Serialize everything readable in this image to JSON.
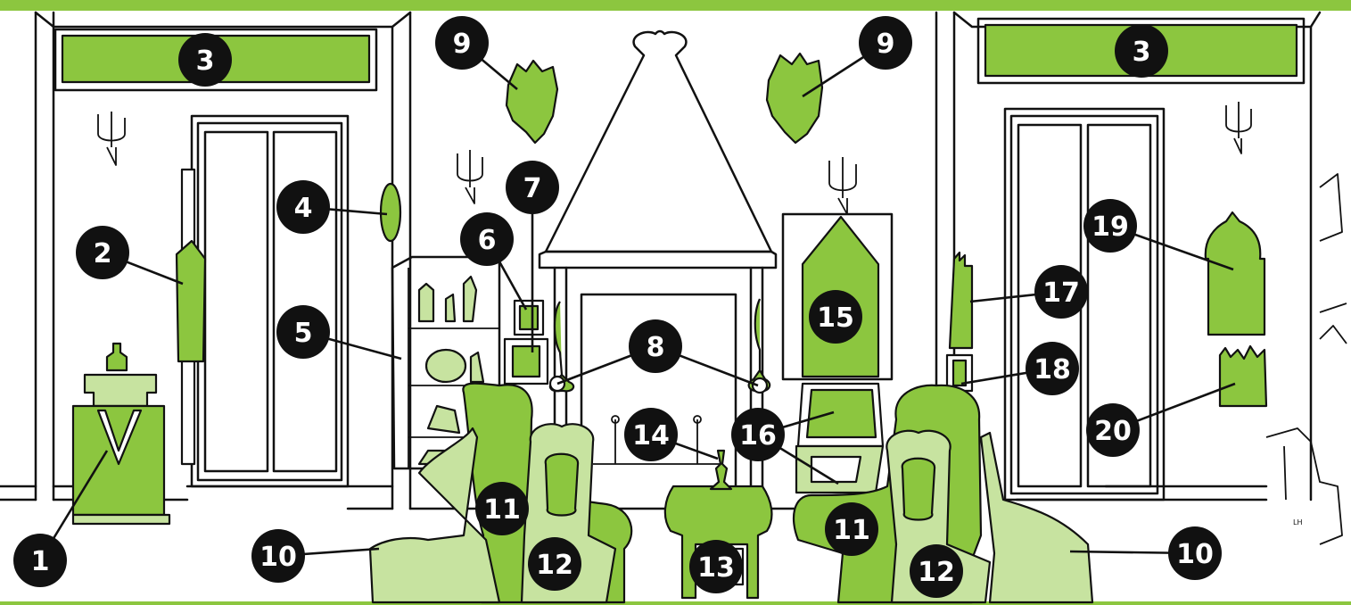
{
  "colors": {
    "accent": "#8cc63f",
    "accent_light": "#c7e3a0",
    "line": "#111111",
    "badge": "#111111"
  },
  "signature": "LH",
  "callouts": [
    {
      "id": "c1a",
      "number": "1"
    },
    {
      "id": "c2a",
      "number": "2"
    },
    {
      "id": "c3a",
      "number": "3"
    },
    {
      "id": "c3b",
      "number": "3"
    },
    {
      "id": "c4a",
      "number": "4"
    },
    {
      "id": "c5a",
      "number": "5"
    },
    {
      "id": "c6a",
      "number": "6"
    },
    {
      "id": "c7a",
      "number": "7"
    },
    {
      "id": "c8a",
      "number": "8"
    },
    {
      "id": "c9a",
      "number": "9"
    },
    {
      "id": "c9b",
      "number": "9"
    },
    {
      "id": "c10a",
      "number": "10"
    },
    {
      "id": "c10b",
      "number": "10"
    },
    {
      "id": "c11a",
      "number": "11"
    },
    {
      "id": "c11b",
      "number": "11"
    },
    {
      "id": "c12a",
      "number": "12"
    },
    {
      "id": "c12b",
      "number": "12"
    },
    {
      "id": "c13a",
      "number": "13"
    },
    {
      "id": "c14a",
      "number": "14"
    },
    {
      "id": "c15a",
      "number": "15"
    },
    {
      "id": "c16a",
      "number": "16"
    },
    {
      "id": "c17a",
      "number": "17"
    },
    {
      "id": "c18a",
      "number": "18"
    },
    {
      "id": "c19a",
      "number": "19"
    },
    {
      "id": "c20a",
      "number": "20"
    }
  ]
}
